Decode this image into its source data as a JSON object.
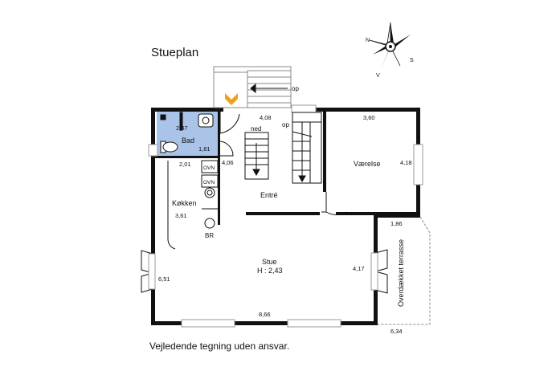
{
  "title": "Stueplan",
  "disclaimer": "Vejledende tegning uden ansvar.",
  "compass": {
    "n": "N",
    "s": "S",
    "v": "V"
  },
  "rooms": {
    "bad": "Bad",
    "koekken": "Køkken",
    "entre": "Entré",
    "vaerelse": "Værelse",
    "stue": "Stue",
    "stue_height": "H : 2,43",
    "terrasse": "Overdækket terrasse"
  },
  "stairs": {
    "op_top": "op",
    "op_inner": "op",
    "ned": "ned"
  },
  "appliances": {
    "ovn1": "OVN",
    "ovn2": "OVN",
    "br": "BR"
  },
  "dimensions": {
    "d_247": "2,47",
    "d_181": "1,81",
    "d_201": "2,01",
    "d_406": "4,06",
    "d_408": "4,08",
    "d_360": "3,60",
    "d_418": "4,18",
    "d_361": "3,61",
    "d_186": "1,86",
    "d_651": "6,51",
    "d_417": "4,17",
    "d_866": "8,66",
    "d_634": "6,34"
  },
  "colors": {
    "wall": "#111111",
    "bathroom": "#a9c4e8",
    "entrance_arrow": "#f0a018",
    "window": "#bbbbbb"
  }
}
